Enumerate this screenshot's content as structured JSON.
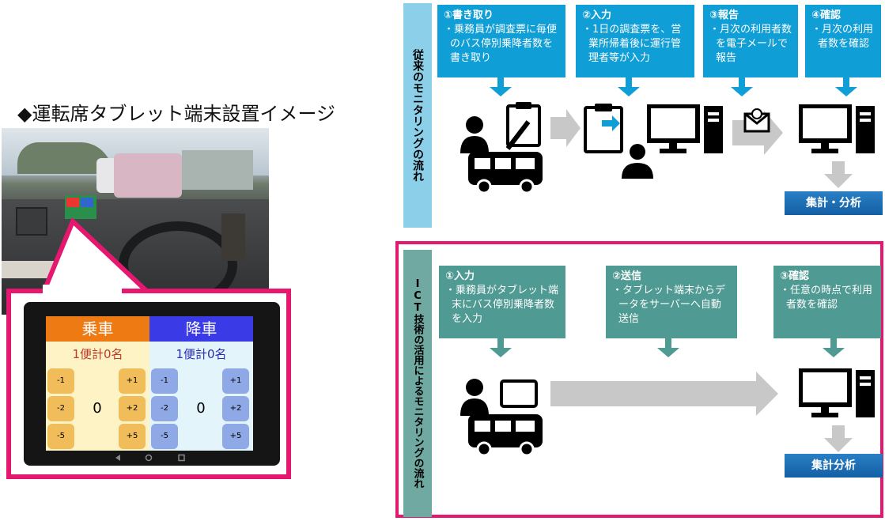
{
  "left": {
    "title": "◆運転席タブレット端末設置イメージ",
    "tablet": {
      "boarding_header": "乗車",
      "alighting_header": "降車",
      "boarding_count": "1便計0名",
      "alighting_count": "1便計0名",
      "minus_buttons": [
        "-1",
        "-2",
        "-5"
      ],
      "plus_buttons": [
        "+1",
        "+2",
        "+5"
      ],
      "boarding_value": "0",
      "alighting_value": "0"
    },
    "colors": {
      "boarding": "#ee7a14",
      "alighting": "#3a3ae6",
      "callout": "#e6176f"
    }
  },
  "traditional": {
    "label": "従来のモニタリングの流れ",
    "steps": [
      {
        "title": "①書き取り",
        "body": "・乗務員が調査票に毎便のバス停別乗降者数を書き取り"
      },
      {
        "title": "②入力",
        "body": "・1日の調査票を、営業所帰着後に運行管理者等が入力"
      },
      {
        "title": "③報告",
        "body": "・月次の利用者数を電子メールで報告"
      },
      {
        "title": "④確認",
        "body": "・月次の利用者数を確認"
      }
    ],
    "result": "集計・分析",
    "icons": [
      "person-icon",
      "clipboard-icon",
      "pen-icon",
      "bus-icon",
      "computer-icon",
      "mail-icon"
    ]
  },
  "ict": {
    "label": "ICT技術の活用によるモニタリングの流れ",
    "steps": [
      {
        "title": "①入力",
        "body": "・乗務員がタブレット端末にバス停別乗降者数を入力"
      },
      {
        "title": "②送信",
        "body": "・タブレット端末からデータをサーバーへ自動送信"
      },
      {
        "title": "③確認",
        "body": "・任意の時点で利用者数を確認"
      }
    ],
    "result": "集計分析"
  }
}
